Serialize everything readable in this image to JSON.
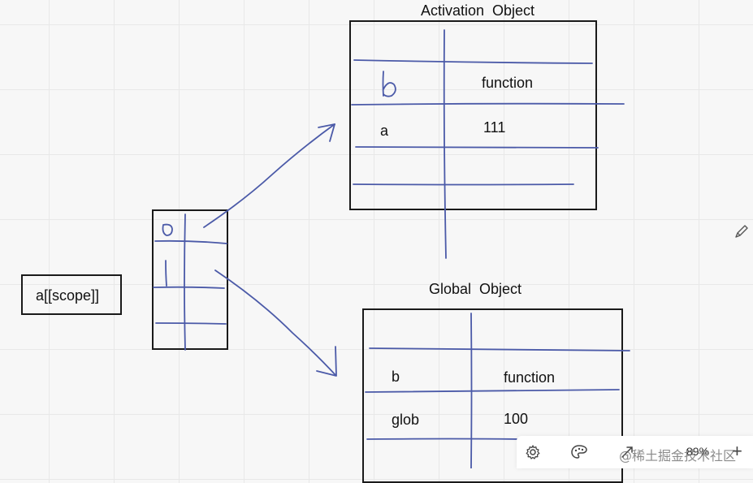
{
  "diagram": {
    "scope_label": "a[[scope]]",
    "activation": {
      "title": "Activation  Object",
      "rows": [
        {
          "key": "b",
          "value": "function"
        },
        {
          "key": "a",
          "value": "111"
        }
      ]
    },
    "global": {
      "title": "Global  Object",
      "rows": [
        {
          "key": "b",
          "value": "function"
        },
        {
          "key": "glob",
          "value": "100"
        }
      ]
    }
  },
  "toolbar": {
    "zoom": "89%",
    "plus": "+",
    "icons": [
      "gear-icon",
      "palette-icon",
      "expand-icon",
      "pencil-icon"
    ]
  },
  "watermark": "@稀土掘金技术社区",
  "colors": {
    "ink_blue": "#4b5aa8",
    "box_border": "#1a1a1a",
    "canvas_bg": "#f7f7f7"
  }
}
